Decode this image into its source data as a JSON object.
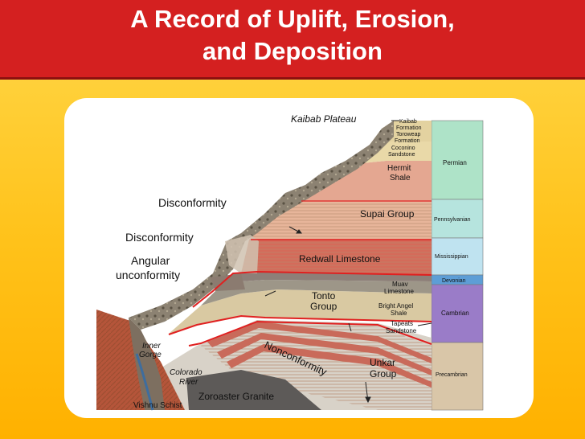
{
  "title": {
    "line1": "A Record of Uplift, Erosion,",
    "line2": "and Deposition"
  },
  "colors": {
    "title_bar": "#d42020",
    "background": "#ffc21a",
    "unconformity_line": "#e02020"
  },
  "diagram": {
    "top_label": "Kaibab Plateau",
    "left_labels": {
      "disconformity_upper": "Disconformity",
      "disconformity_lower": "Disconformity",
      "angular_1": "Angular",
      "angular_2": "unconformity"
    },
    "formations": {
      "kaibab_1": "Kaibab",
      "kaibab_2": "Formation",
      "toroweap_1": "Toroweap",
      "toroweap_2": "Formation",
      "coconino_1": "Coconino",
      "coconino_2": "Sandstone",
      "hermit_1": "Hermit",
      "hermit_2": "Shale",
      "supai": "Supai Group",
      "redwall": "Redwall Limestone",
      "tonto_1": "Tonto",
      "tonto_2": "Group",
      "muav_1": "Muav",
      "muav_2": "Limestone",
      "bright_1": "Bright Angel",
      "bright_2": "Shale",
      "tapeats_1": "Tapeats",
      "tapeats_2": "Sandstone",
      "unkar_1": "Unkar",
      "unkar_2": "Group",
      "nonconformity": "Nonconformity",
      "zoroaster": "Zoroaster Granite",
      "inner_1": "Inner",
      "inner_2": "Gorge",
      "colorado_1": "Colorado",
      "colorado_2": "River",
      "vishnu": "Vishnu Schist"
    },
    "periods": {
      "permian": "Permian",
      "pennsylvanian": "Pennsylvanian",
      "mississippian": "Mississippian",
      "devonian": "Devonian",
      "cambrian": "Cambrian",
      "precambrian": "Precambrian"
    }
  }
}
